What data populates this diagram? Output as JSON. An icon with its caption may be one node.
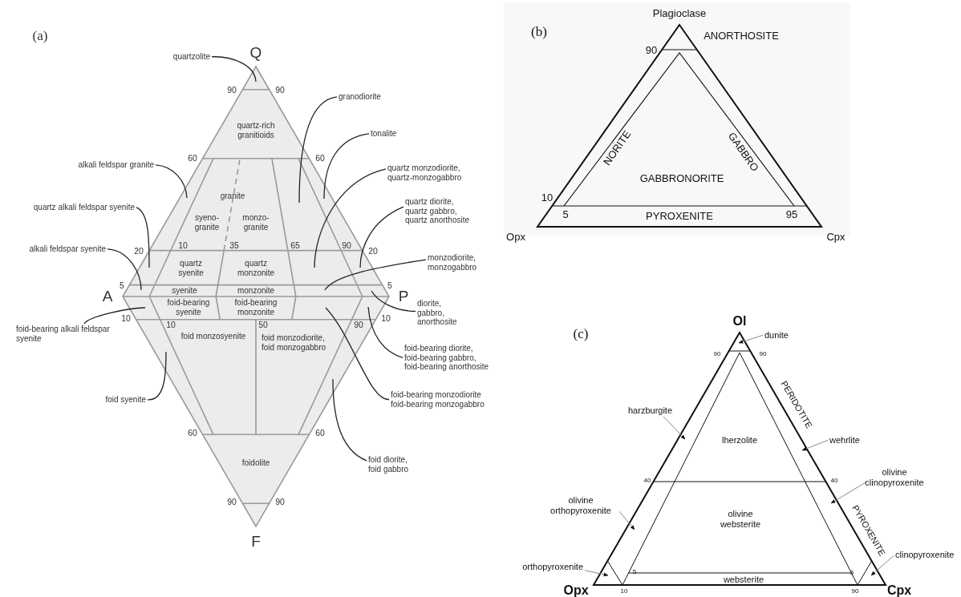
{
  "diagram": {
    "nodes": [
      {
        "text": [
          "quartzolite"
        ]
      },
      {
        "text": [
          "granodiorite"
        ]
      },
      {
        "text": [
          "tonalite"
        ]
      },
      {
        "text": [
          "alkali feldspar granite"
        ]
      },
      {
        "text": [
          "quartz monzodiorite, quartz-monzogabbro"
        ]
      },
      {
        "text": [
          "quartz alkali feldspar syenite"
        ]
      },
      {
        "text": [
          "quartz diorite, quartz gabbro, quartz anorthosite"
        ]
      },
      {
        "text": [
          "alkali feldspar syenite"
        ]
      },
      {
        "text": [
          "monzodiorite, monzogabbro"
        ]
      },
      {
        "text": [
          "diorite, gabbro, anorthosite"
        ]
      },
      {
        "text": [
          "foid-bearing alkali feldspar syenite"
        ]
      },
      {
        "text": [
          "foid-bearing diorite, foid-bearing gabbro, foid-bearing anorthosite"
        ]
      },
      {
        "text": [
          "foid syenite"
        ]
      },
      {
        "text": [
          "foid-bearing monzodiorite foid-bearing monzogabbro"
        ]
      },
      {
        "text": [
          "foid diorite, foid gabbro"
        ]
      },
      {
        "text": [
          "dunite"
        ]
      },
      {
        "text": [
          "harzburgite"
        ]
      },
      {
        "text": [
          "wehrlite"
        ]
      },
      {
        "text": [
          "olivine clinopyroxenite"
        ]
      },
      {
        "text": [
          "olivine orthopyroxenite"
        ]
      },
      {
        "text": [
          "orthopyroxenite"
        ]
      },
      {
        "text": [
          "clinopyroxenite"
        ]
      }
    ],
    "edges": [
      {
        "from": 0,
        "to": null,
        "arrow": "none"
      },
      {
        "from": 1,
        "to": null,
        "arrow": "none"
      },
      {
        "from": 2,
        "to": null,
        "arrow": "none"
      },
      {
        "from": 3,
        "to": null,
        "arrow": "none"
      },
      {
        "from": 4,
        "to": null,
        "arrow": "none"
      },
      {
        "from": 5,
        "to": null,
        "arrow": "none"
      },
      {
        "from": 6,
        "to": null,
        "arrow": "none"
      },
      {
        "from": 7,
        "to": null,
        "arrow": "none"
      },
      {
        "from": 8,
        "to": null,
        "arrow": "none"
      },
      {
        "from": 9,
        "to": null,
        "arrow": "none"
      },
      {
        "from": 10,
        "to": null,
        "arrow": "none"
      },
      {
        "from": 11,
        "to": null,
        "arrow": "none"
      },
      {
        "from": 12,
        "to": null,
        "arrow": "none"
      },
      {
        "from": 13,
        "to": null,
        "arrow": "none"
      },
      {
        "from": 14,
        "to": null,
        "arrow": "none"
      },
      {
        "from": 15,
        "to": null,
        "arrow": "to",
        "color": "#8a8a8a"
      },
      {
        "from": 16,
        "to": null,
        "arrow": "to",
        "color": "#8a8a8a"
      },
      {
        "from": 17,
        "to": null,
        "arrow": "to",
        "color": "#8a8a8a"
      },
      {
        "from": 18,
        "to": null,
        "arrow": "to",
        "color": "#8a8a8a"
      },
      {
        "from": 19,
        "to": null,
        "arrow": "to",
        "color": "#8a8a8a"
      },
      {
        "from": 20,
        "to": null,
        "arrow": "to",
        "color": "#8a8a8a"
      },
      {
        "from": 21,
        "to": null,
        "arrow": "to",
        "color": "#8a8a8a"
      }
    ],
    "labels": [
      "(a)",
      "Q",
      "90",
      "90",
      "quartz-rich granitioids",
      "60",
      "60",
      "granite",
      "syeno- granite",
      "monzo- granite",
      "10",
      "35",
      "65",
      "90",
      "20",
      "20",
      "quartz syenite",
      "quartz monzonite",
      "5",
      "5",
      "syenite",
      "monzonite",
      "A",
      "P",
      "foid-bearing syenite",
      "foid-bearing monzonite",
      "10",
      "10",
      "10",
      "50",
      "90",
      "foid monzosyenite",
      "foid monzodiorite, foid monzogabbro",
      "60",
      "60",
      "foidolite",
      "90",
      "90",
      "F",
      "Plagioclase",
      "(b)",
      "ANORTHOSITE",
      "90",
      "NORITE",
      "GABBRO",
      "GABBRONORITE",
      "10",
      "5",
      "PYROXENITE",
      "95",
      "Opx",
      "Cpx",
      "Ol",
      "(c)",
      "90",
      "90",
      "PERIDOTITE",
      "lherzolite",
      "40",
      "40",
      "olivine websterite",
      "PYROXENITE",
      "5",
      "5",
      "websterite",
      "Opx",
      "10",
      "90",
      "Cpx"
    ]
  }
}
